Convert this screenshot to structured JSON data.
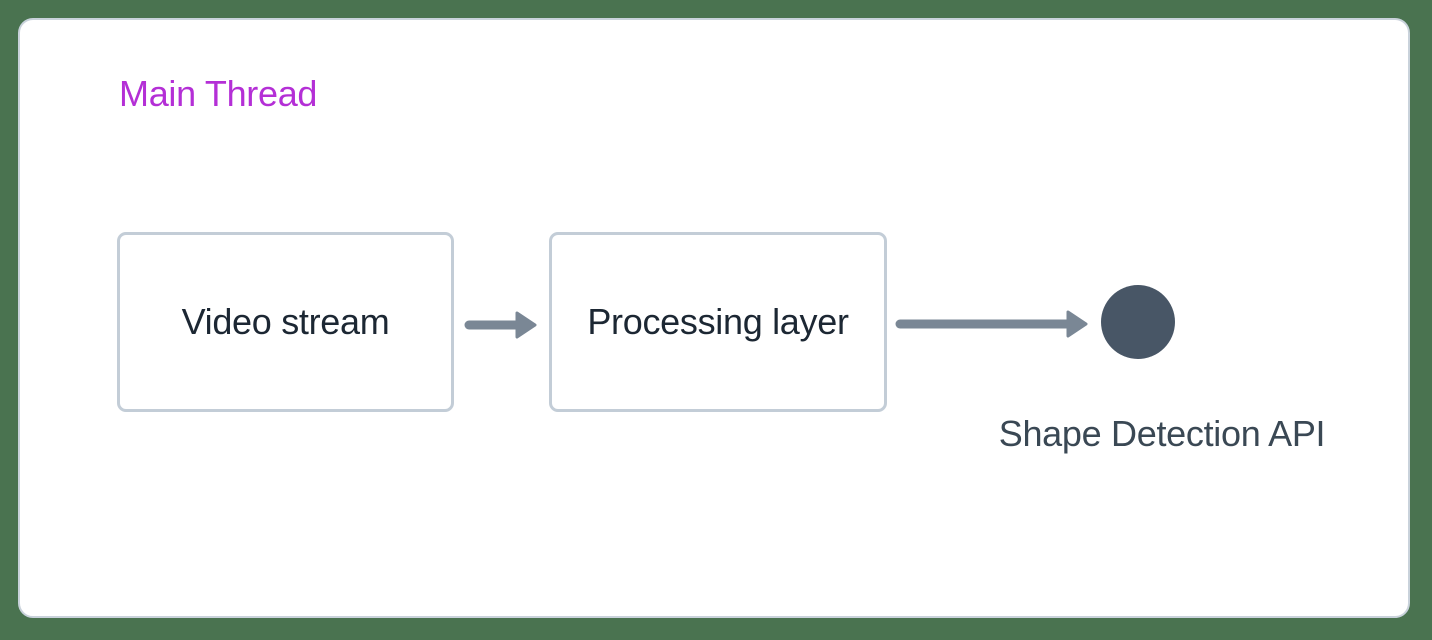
{
  "diagram": {
    "lane_label": "Main Thread",
    "nodes": [
      {
        "label": "Video stream"
      },
      {
        "label": "Processing layer"
      }
    ],
    "endpoint": {
      "label": "Shape Detection API"
    },
    "colors": {
      "background": "#4a7350",
      "card": "#ffffff",
      "card_border": "#c9d2db",
      "node_border": "#c3cdd7",
      "node_text": "#1c2733",
      "lane_label_color": "#b42fd6",
      "arrow": "#7a8795",
      "endpoint_circle": "#485666",
      "endpoint_text": "#3a4854"
    }
  }
}
